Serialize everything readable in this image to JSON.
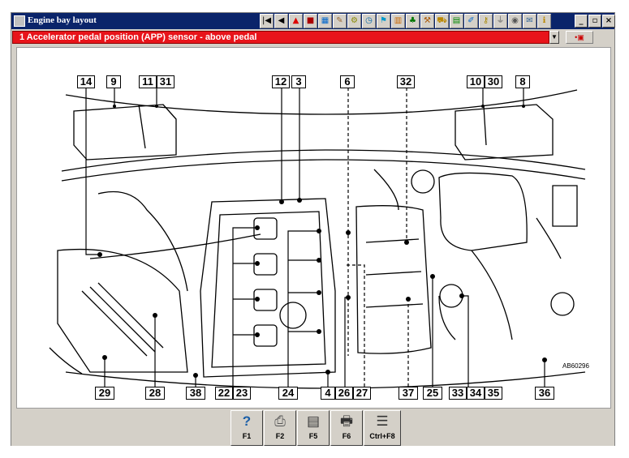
{
  "window": {
    "title": "Engine bay layout"
  },
  "toolbar_icons": [
    "first-icon",
    "prev-icon",
    "warning-icon",
    "book-icon",
    "page-icon",
    "tool-icon",
    "gear-icon",
    "clock-icon",
    "flag-icon",
    "chart-icon",
    "tree-icon",
    "wrench-icon",
    "car-icon",
    "list-icon",
    "edit-icon",
    "key-icon",
    "plug-icon",
    "dial-icon",
    "note-icon",
    "info-icon"
  ],
  "window_buttons": {
    "minimize": "_",
    "restore": "▫",
    "close": "×"
  },
  "selector": {
    "value": "1   Accelerator pedal position (APP) sensor - above pedal"
  },
  "diagram": {
    "reference": "AB60296",
    "labels": [
      "14",
      "9",
      "11",
      "31",
      "12",
      "3",
      "6",
      "32",
      "10",
      "30",
      "8",
      "29",
      "28",
      "38",
      "22",
      "23",
      "24",
      "4",
      "26",
      "27",
      "37",
      "25",
      "33",
      "34",
      "35",
      "36"
    ]
  },
  "function_keys": [
    {
      "key": "F1",
      "icon": "help-icon",
      "glyph": "?"
    },
    {
      "key": "F2",
      "icon": "print-preview-icon",
      "glyph": "⎙"
    },
    {
      "key": "F5",
      "icon": "page-icon",
      "glyph": "▤"
    },
    {
      "key": "F6",
      "icon": "printer-icon",
      "glyph": "🖶"
    },
    {
      "key": "Ctrl+F8",
      "icon": "list-icon",
      "glyph": "☰"
    }
  ]
}
